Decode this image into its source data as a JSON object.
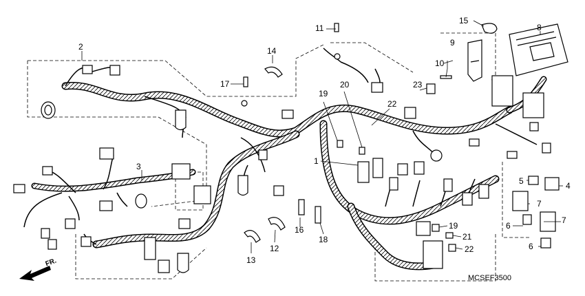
{
  "diagram": {
    "drawing_code": "MCSEF3500",
    "direction_label": "FR.",
    "callouts": [
      {
        "id": "c1",
        "label": "1"
      },
      {
        "id": "c2",
        "label": "2"
      },
      {
        "id": "c3",
        "label": "3"
      },
      {
        "id": "c4",
        "label": "4"
      },
      {
        "id": "c5",
        "label": "5"
      },
      {
        "id": "c6a",
        "label": "6"
      },
      {
        "id": "c6b",
        "label": "6"
      },
      {
        "id": "c7a",
        "label": "7"
      },
      {
        "id": "c7b",
        "label": "7"
      },
      {
        "id": "c8",
        "label": "8"
      },
      {
        "id": "c9",
        "label": "9"
      },
      {
        "id": "c10",
        "label": "10"
      },
      {
        "id": "c11",
        "label": "11"
      },
      {
        "id": "c12",
        "label": "12"
      },
      {
        "id": "c13",
        "label": "13"
      },
      {
        "id": "c14",
        "label": "14"
      },
      {
        "id": "c15",
        "label": "15"
      },
      {
        "id": "c16",
        "label": "16"
      },
      {
        "id": "c17",
        "label": "17"
      },
      {
        "id": "c18",
        "label": "18"
      },
      {
        "id": "c19a",
        "label": "19"
      },
      {
        "id": "c19b",
        "label": "19"
      },
      {
        "id": "c20",
        "label": "20"
      },
      {
        "id": "c21",
        "label": "21"
      },
      {
        "id": "c22a",
        "label": "22"
      },
      {
        "id": "c22b",
        "label": "22"
      },
      {
        "id": "c23",
        "label": "23"
      }
    ]
  }
}
